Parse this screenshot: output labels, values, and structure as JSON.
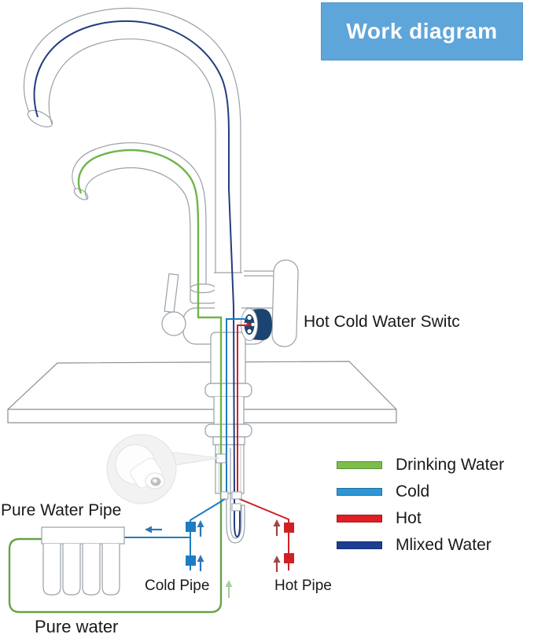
{
  "title": {
    "text": "Work diagram"
  },
  "labels": {
    "switch": "Hot Cold Water Switc",
    "pure_water_pipe": "Pure Water Pipe",
    "cold_pipe": "Cold Pipe",
    "hot_pipe": "Hot Pipe",
    "pure_water": "Pure water"
  },
  "legend": {
    "items": [
      {
        "label": "Drinking Water",
        "color": "#7CBE4A"
      },
      {
        "label": "Cold",
        "color": "#2E96D6"
      },
      {
        "label": "Hot",
        "color": "#DF1F23"
      },
      {
        "label": "Mlixed Water",
        "color": "#1C3F94"
      }
    ]
  },
  "colors": {
    "title_bg": "#5EA5DA",
    "title_border": "#4D96CC",
    "text": "#1A1A1A",
    "outline": "#99A1A8",
    "counter": "#8A9096",
    "drink_green": "#6FB44A",
    "loop_green": "#67A24A",
    "faucet_navy": "#233E7E",
    "pipe_blue": "#1E7CC2",
    "pipe_red": "#CE2127",
    "arrow_blue": "#2E77B8",
    "arrow_red": "#A04545",
    "faded_green": "#ABCDA4",
    "knob_navy": "#1B4570",
    "bubble_fill": "#F2F2F2",
    "bubble_edge": "#E2E2E2"
  }
}
